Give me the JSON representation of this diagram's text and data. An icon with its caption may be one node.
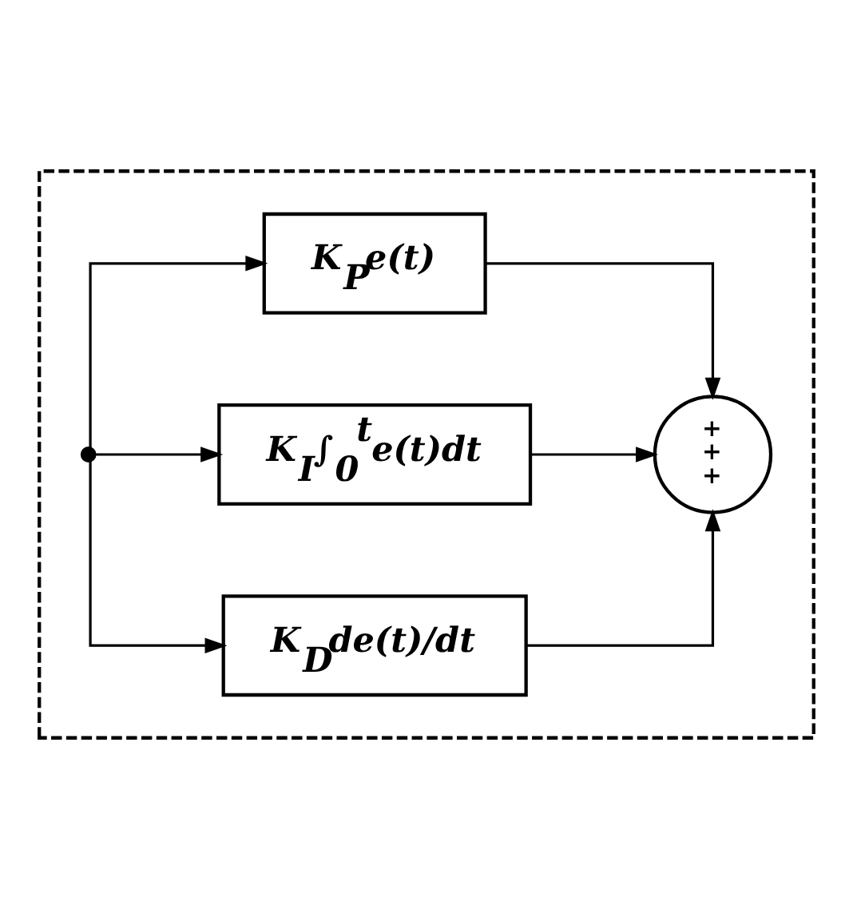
{
  "diagram": {
    "nodes": [
      {
        "text": [],
        "shape": "box"
      },
      {
        "text": [],
        "shape": "dot",
        "in": 0
      },
      {
        "text": [
          "K$_{P}$e(t)"
        ],
        "in": 0
      },
      {
        "text": [
          "K$_{I}$∫$_{0}$$^{t}$e(t)dt"
        ],
        "in": 0
      },
      {
        "text": [
          "K$_{D}$de(t)/dt"
        ],
        "in": 0
      },
      {
        "text": [
          "+",
          "+",
          "+"
        ],
        "in": 0
      }
    ],
    "edges": [
      {
        "from": 1,
        "to": 2,
        "arrow": "to"
      },
      {
        "from": 1,
        "to": 3,
        "arrow": "to"
      },
      {
        "from": 1,
        "to": 4,
        "arrow": "to"
      },
      {
        "from": 2,
        "to": 5,
        "arrow": "to"
      },
      {
        "from": 3,
        "to": 5,
        "arrow": "to"
      },
      {
        "from": 4,
        "to": 5,
        "arrow": "to"
      }
    ]
  }
}
